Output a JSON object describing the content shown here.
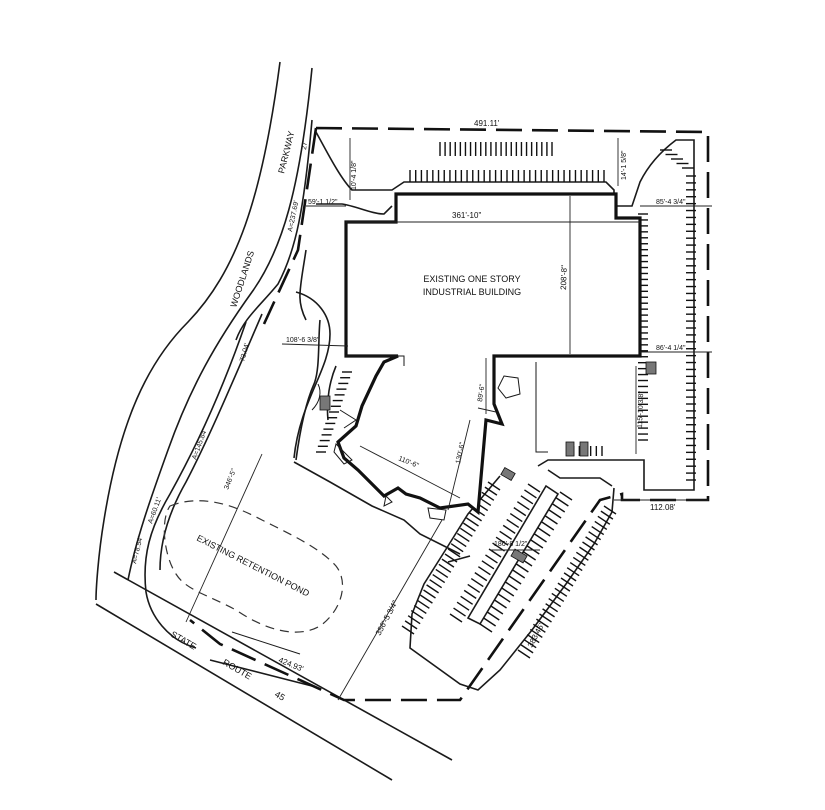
{
  "building": {
    "line1": "EXISTING ONE STORY",
    "line2": "INDUSTRIAL BUILDING"
  },
  "pond_label": "EXISTING RETENTION POND",
  "roads": {
    "woodlands": "WOODLANDS",
    "parkway": "PARKWAY",
    "state": "STATE",
    "route": "ROUTE",
    "route_number": "45"
  },
  "dimensions": {
    "top": "491.11'",
    "right_bottom": "112.08'",
    "state_route": "424.93'",
    "southeast": "383.45'",
    "arc_27": "27'",
    "arc_top": "A=237.69'",
    "arc_middle": "A=145.84'",
    "arc_small": "A=60.11'",
    "arc_bottom": "A=78.54'",
    "woodlands_seg": "73.04'",
    "bldg_width": "361'-10\"",
    "bldg_depth": "208'-8\"",
    "front_setback": "10'-4 1/8\"",
    "right_setback": "14'-1 5/8\"",
    "left_offset": "59'-1 1/2\"",
    "right_top": "85'-4 3/4\"",
    "right_mid": "86'-4 1/4\"",
    "lower_left": "108'-6 3/8\"",
    "wing_depth": "89'-6\"",
    "wing_width": "110'-6\"",
    "wing_end": "130'-6\"",
    "wing_side": "115'-10 3/8\"",
    "pond_span": "346'-5\"",
    "site_span": "356'-5 3/4\"",
    "parking": "186'-8 1/2\""
  }
}
